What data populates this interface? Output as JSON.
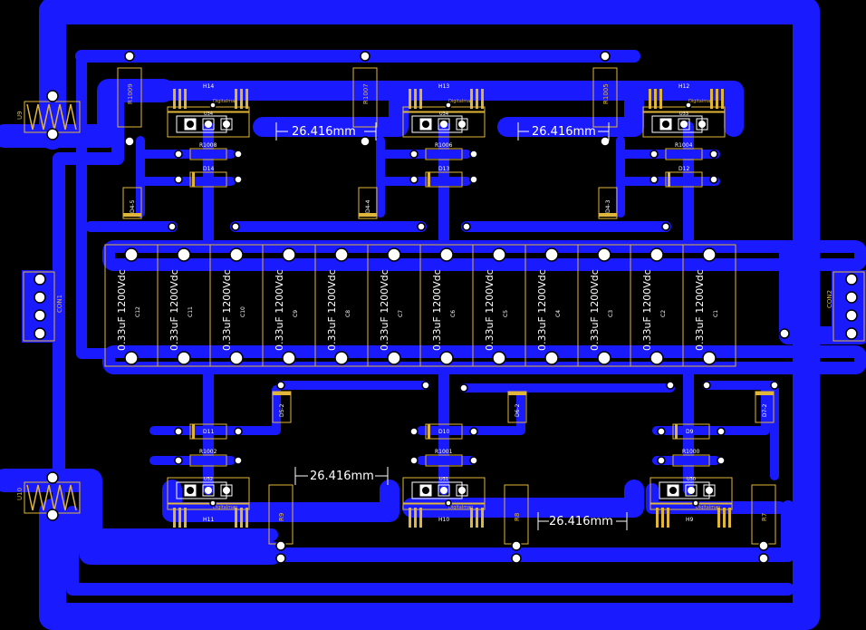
{
  "colors": {
    "background": "#000000",
    "copper": "#1a1aff",
    "silkscreen": "#e0b63a",
    "pad": "#ffffff"
  },
  "top_row": [
    {
      "h": "H14",
      "u": "U34",
      "r_bar": "R1008",
      "d": "D14",
      "r_tall": "R1009",
      "d_small": "D4-5",
      "brand": "Digitalman"
    },
    {
      "h": "H13",
      "u": "U34",
      "r_bar": "R1006",
      "d": "D13",
      "r_tall": "R1007",
      "d_small": "D4-4",
      "brand": "Digitalman"
    },
    {
      "h": "H12",
      "u": "U33",
      "r_bar": "R1004",
      "d": "D12",
      "r_tall": "R1005",
      "d_small": "D4-3",
      "brand": "Digitalman"
    }
  ],
  "bottom_row": [
    {
      "h": "H11",
      "u": "U32",
      "r_bar": "R1002",
      "d": "D11",
      "r_tall": "R9",
      "d_small": "D5-2",
      "brand": "Digitalman"
    },
    {
      "h": "H10",
      "u": "U31",
      "r_bar": "R1001",
      "d": "D10",
      "r_tall": "R8",
      "d_small": "D6-2",
      "brand": "Digitalman"
    },
    {
      "h": "H9",
      "u": "U30",
      "r_bar": "R1000",
      "d": "D9",
      "r_tall": "R7",
      "d_small": "D7-2",
      "brand": "Digitalman"
    }
  ],
  "capacitors": [
    {
      "value": "0.33uF 1200Vdc",
      "ref": "C12"
    },
    {
      "value": "0.33uF 1200Vdc",
      "ref": "C11"
    },
    {
      "value": "0.33uF 1200Vdc",
      "ref": "C10"
    },
    {
      "value": "0.33uF 1200Vdc",
      "ref": "C9"
    },
    {
      "value": "0.33uF 1200Vdc",
      "ref": "C8"
    },
    {
      "value": "0.33uF 1200Vdc",
      "ref": "C7"
    },
    {
      "value": "0.33uF 1200Vdc",
      "ref": "C6"
    },
    {
      "value": "0.33uF 1200Vdc",
      "ref": "C5"
    },
    {
      "value": "0.33uF 1200Vdc",
      "ref": "C4"
    },
    {
      "value": "0.33uF 1200Vdc",
      "ref": "C3"
    },
    {
      "value": "0.33uF 1200Vdc",
      "ref": "C2"
    },
    {
      "value": "0.33uF 1200Vdc",
      "ref": "C1"
    }
  ],
  "coils": [
    {
      "ref": "U9"
    },
    {
      "ref": "U10"
    }
  ],
  "connectors": [
    {
      "ref": "CON1"
    },
    {
      "ref": "CON2"
    }
  ],
  "dimensions": [
    "26.416mm",
    "26.416mm",
    "26.416mm",
    "26.416mm"
  ]
}
